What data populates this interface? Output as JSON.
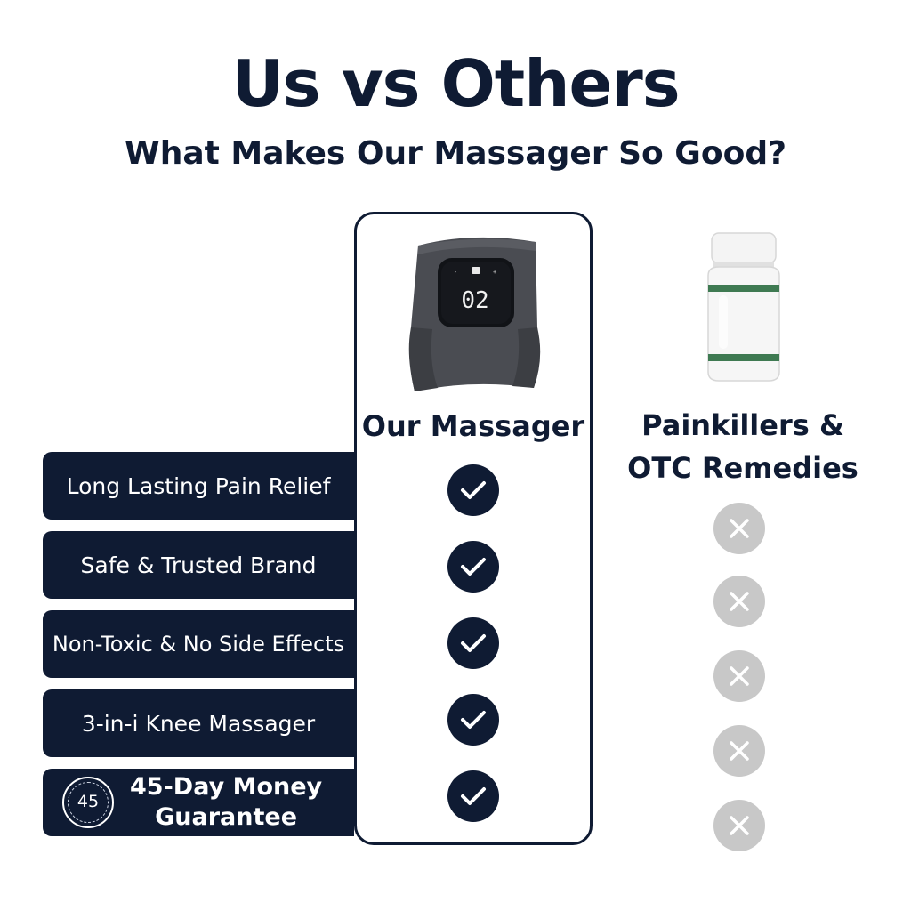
{
  "header": {
    "title": "Us vs Others",
    "subtitle": "What Makes Our Massager So Good?"
  },
  "columns": {
    "ours": "Our Massager",
    "others_line1": "Painkillers &",
    "others_line2": "OTC Remedies"
  },
  "product": {
    "display_readout": "02"
  },
  "rows": [
    {
      "label": "Long Lasting Pain Relief",
      "ours": "check-icon",
      "others": "cross-icon"
    },
    {
      "label": "Safe & Trusted Brand",
      "ours": "check-icon",
      "others": "cross-icon"
    },
    {
      "label": "Non-Toxic & No Side Effects",
      "ours": "check-icon",
      "others": "cross-icon"
    },
    {
      "label": "3-in-i Knee Massager",
      "ours": "check-icon",
      "others": "cross-icon"
    },
    {
      "label_line1": "45-Day Money",
      "label_line2": "Guarantee",
      "seal_number": "45",
      "ours": "check-icon",
      "others": "cross-icon"
    }
  ],
  "colors": {
    "navy": "#0f1b33",
    "cross_grey": "#c8c8c8",
    "bottle_band": "#3f7a52"
  }
}
